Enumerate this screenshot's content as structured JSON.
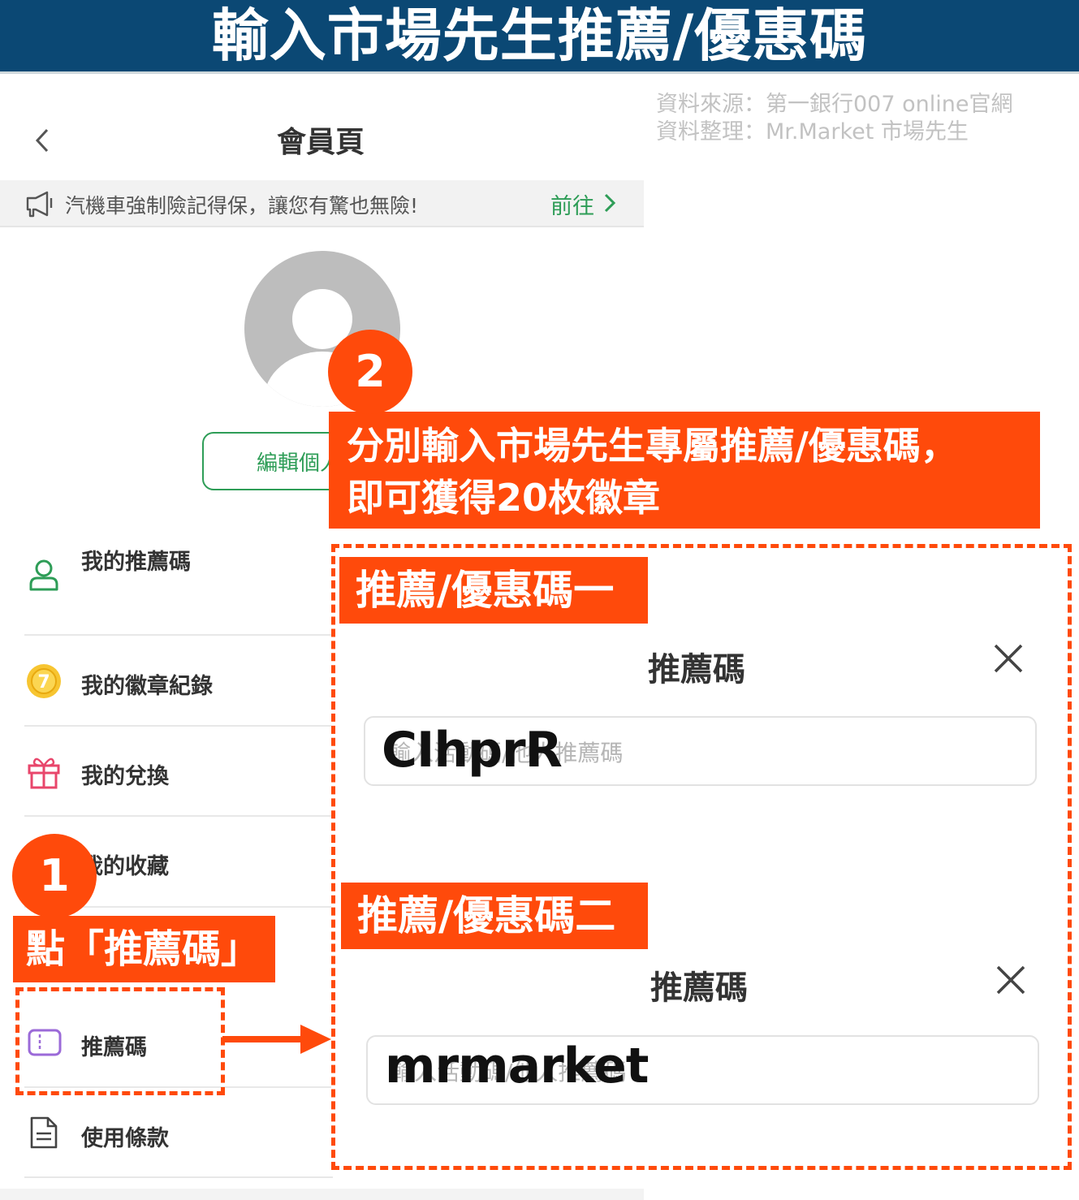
{
  "banner": {
    "title": "輸入市場先生推薦/優惠碼"
  },
  "source": {
    "line1": "資料來源：第一銀行007 online官網",
    "line2": "資料整理：Mr.Market 市場先生"
  },
  "app": {
    "nav_title": "會員頁",
    "promo": {
      "text": "汽機車強制險記得保，讓您有驚也無險!",
      "link": "前往"
    },
    "edit_button": "編輯個人",
    "menu": [
      {
        "label": "我的推薦碼",
        "icon": "person-icon"
      },
      {
        "label": "我的徽章紀錄",
        "icon": "badge-coin-icon",
        "badge": "7"
      },
      {
        "label": "我的兌換",
        "icon": "gift-icon"
      },
      {
        "label": "我的收藏",
        "icon": "bookmark-icon"
      },
      {
        "label": "推薦碼",
        "icon": "ticket-icon"
      },
      {
        "label": "使用條款",
        "icon": "document-icon"
      }
    ]
  },
  "step1": {
    "number": "1",
    "text": "點「推薦碼」"
  },
  "step2": {
    "number": "2",
    "line1": "分別輸入市場先生專屬推薦/優惠碼，",
    "line2": "即可獲得20枚徽章"
  },
  "code1": {
    "tag": "推薦/優惠碼一",
    "dialog_title": "推薦碼",
    "placeholder": "輸入活動碼/他人推薦碼",
    "value": "CIhprR"
  },
  "code2": {
    "tag": "推薦/優惠碼二",
    "dialog_title": "推薦碼",
    "placeholder": "輸入活動碼/他人推薦碼",
    "value": "mrmarket"
  },
  "colors": {
    "accent": "#ff4a0b",
    "banner": "#0b4874",
    "brand_green": "#2e9d57"
  }
}
